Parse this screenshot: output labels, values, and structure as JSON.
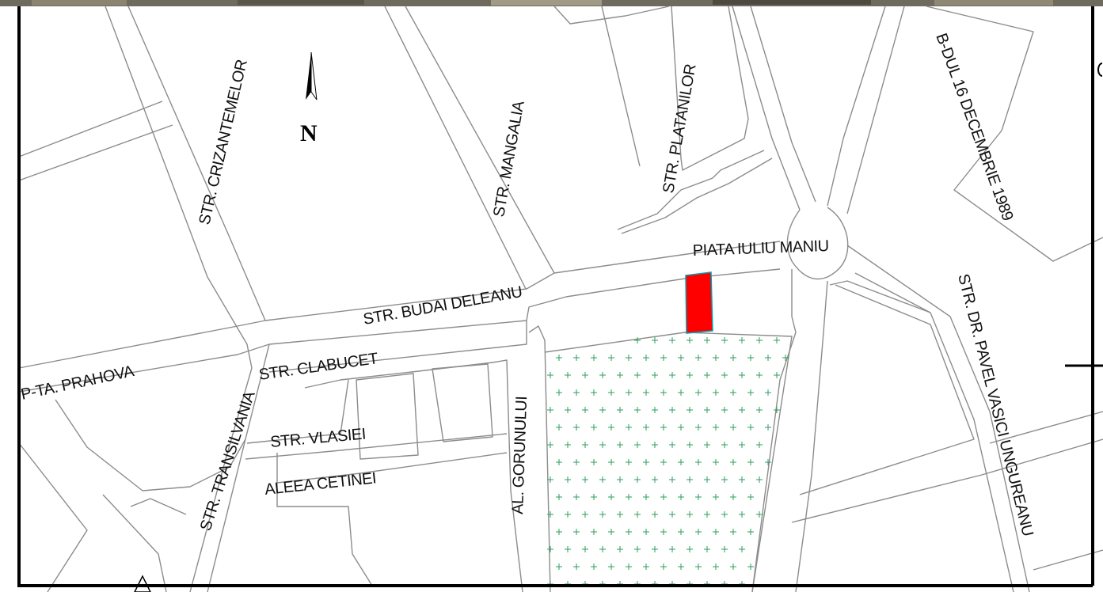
{
  "map": {
    "north_label": "N",
    "street_labels": [
      "STR. CRIZANTEMELOR",
      "STR. MANGALIA",
      "STR. PLATANILOR",
      "B-DUL 16 DECEMBRIE 1989",
      "PIATA IULIU MANIU",
      "STR. BUDAI DELEANU",
      "P-TA. PRAHOVA",
      "STR. CLABUCET",
      "STR. TRANSILVANIA",
      "STR. VLASIEI",
      "ALEEA CETINEI",
      "AL. GORUNULUI",
      "STR. DR. PAVEL VASICI UNGUREANU"
    ]
  },
  "colors": {
    "background": "#ffffff",
    "road_outline": "#8c8c8c",
    "highlighted_plot": "#ff0000",
    "plot_outline": "#00a0b0",
    "green_area_marks": "#2e9e5e",
    "frame": "#000000"
  }
}
